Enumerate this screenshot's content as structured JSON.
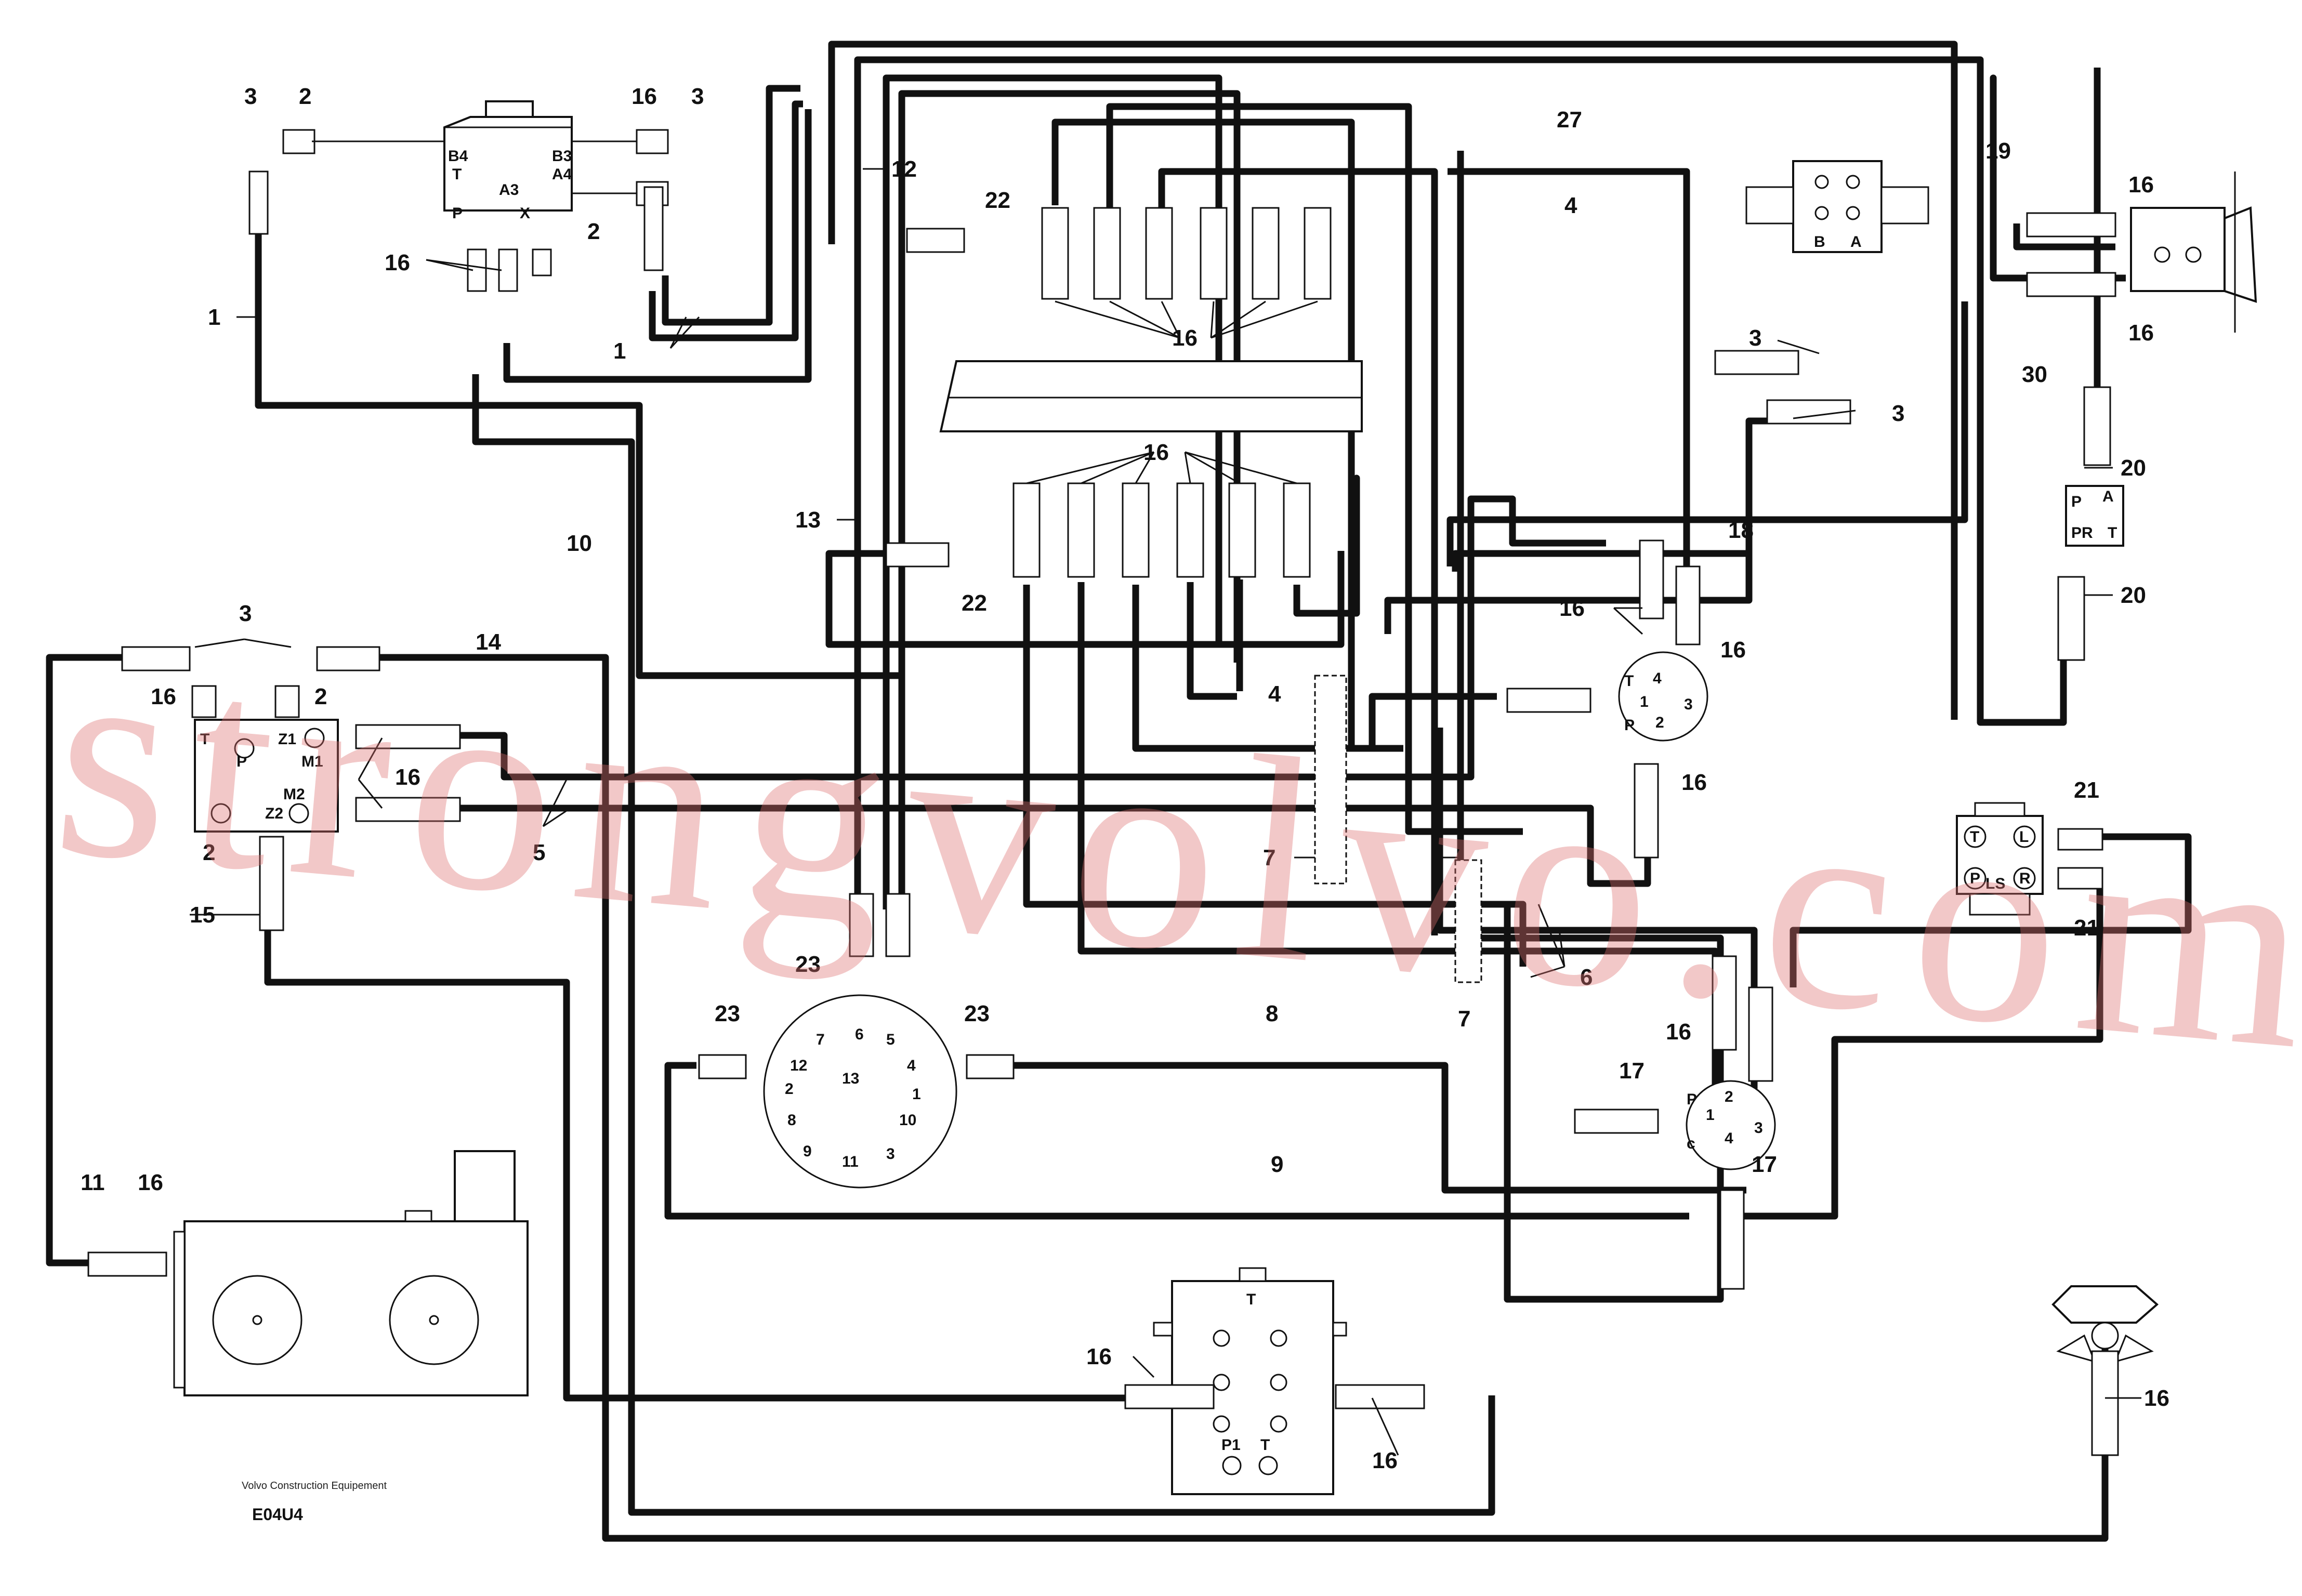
{
  "document": {
    "watermark": "strongvolvo.com",
    "footer_brand": "Volvo Construction Equipement",
    "figure_code": "E04U4"
  },
  "labels": {
    "l1": "1",
    "l2": "2",
    "l3": "3",
    "l4": "4",
    "l5": "5",
    "l6": "6",
    "l7": "7",
    "l8": "8",
    "l9": "9",
    "l10": "10",
    "l11": "11",
    "l12": "12",
    "l13": "13",
    "l14": "14",
    "l15": "15",
    "l16": "16",
    "l17": "17",
    "l18": "18",
    "l19": "19",
    "l20": "20",
    "l21": "21",
    "l22": "22",
    "l23": "23",
    "l27": "27",
    "l30": "30"
  },
  "ports": {
    "B4": "B4",
    "B3": "B3",
    "A3": "A3",
    "A4": "A4",
    "T": "T",
    "P": "P",
    "X": "X",
    "Z1": "Z1",
    "M1": "M1",
    "M2": "M2",
    "Z2": "Z2",
    "A": "A",
    "B": "B",
    "L": "L",
    "R": "R",
    "LS": "LS",
    "PR": "PR",
    "P1": "P1",
    "c": "c"
  },
  "swivel_numbers": [
    "1",
    "2",
    "3",
    "4",
    "5",
    "6",
    "7",
    "8",
    "9",
    "10",
    "11",
    "12",
    "13"
  ],
  "colors": {
    "line": "#111111",
    "watermark": "#dc6e6e",
    "background": "#ffffff"
  }
}
